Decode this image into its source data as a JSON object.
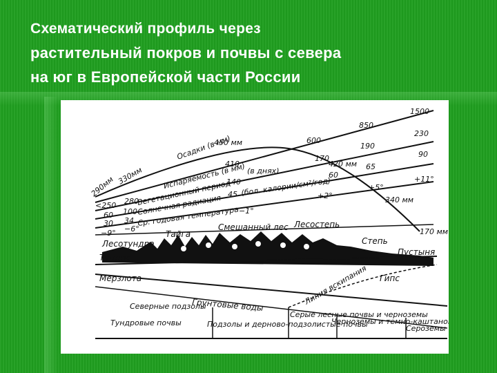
{
  "title": {
    "line1": "Схематический профиль через",
    "line2": "растительный покров и почвы с севера",
    "line3": "на юг в Европейской части России"
  },
  "diagram": {
    "precip_label": "Осадки (в мм)",
    "precip_450": "450 мм",
    "precip_290": "290мм",
    "precip_330": "330мм",
    "precip_340": "340 мм",
    "precip_170": "170 мм",
    "precip_420": "420 мм",
    "evap_label": "Испаряемость (в мм)",
    "evap_250": "<250",
    "evap_280": "280",
    "evap_410": "410",
    "evap_600": "600",
    "evap_850": "850",
    "evap_1500": "1500",
    "veg_label": "Вегетационный период",
    "veg_unit": "(в днях)",
    "veg_60": "60",
    "veg_100": "100",
    "veg_140": "140",
    "veg_170": "170",
    "veg_190": "190",
    "veg_230": "230",
    "rad_label": "Солнечная радиация",
    "rad_unit": "(бол. калории/см²/год)",
    "rad_30": "30",
    "rad_34": "34",
    "rad_45": "45",
    "rad_60": "60",
    "rad_65": "65",
    "rad_90": "90",
    "temp_label": "Ср. годовая температура",
    "temp_m9": "−9°",
    "temp_m6": "−6°",
    "temp_m1": "−1°",
    "temp_p2": "+2°",
    "temp_p5": "+5°",
    "temp_p11": "+11°",
    "zone_lesotundra": "Лесотундра",
    "zone_tundra": "Тундра",
    "zone_taiga": "Тайга",
    "zone_mixed": "Смешанный лес",
    "zone_foreststeppe": "Лесостепь",
    "zone_steppe": "Степь",
    "zone_desert": "Пустыня",
    "permafrost": "Мерзлота",
    "groundwater": "Грунтовые воды",
    "gypsum": "Гипс",
    "evap_line": "Линия вскипания",
    "soil_north_podzol": "Северные подзолы",
    "soil_tundra": "Тундровые почвы",
    "soil_podzol": "Подзолы и дерново-подзолистые почвы",
    "soil_grey": "Серые лесные почвы и черноземы",
    "soil_chernozem": "Черноземы и темно-каштановые почвы",
    "soil_serozem": "Сероземы"
  }
}
